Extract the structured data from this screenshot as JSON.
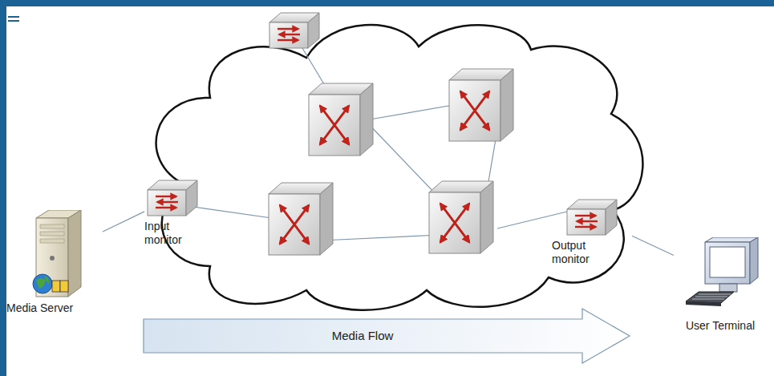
{
  "diagram": {
    "nodes": [
      {
        "text": [
          "Media Server"
        ]
      },
      {
        "text": [
          "Input monitor"
        ]
      },
      {
        "text": [
          "Output monitor"
        ]
      },
      {
        "text": [
          "User Terminal"
        ]
      },
      {
        "text": [
          "Media Flow"
        ]
      }
    ],
    "edges": [
      {
        "from": 0,
        "to": 1,
        "arrow": "none"
      },
      {
        "from": 2,
        "to": 3,
        "arrow": "none"
      }
    ]
  }
}
